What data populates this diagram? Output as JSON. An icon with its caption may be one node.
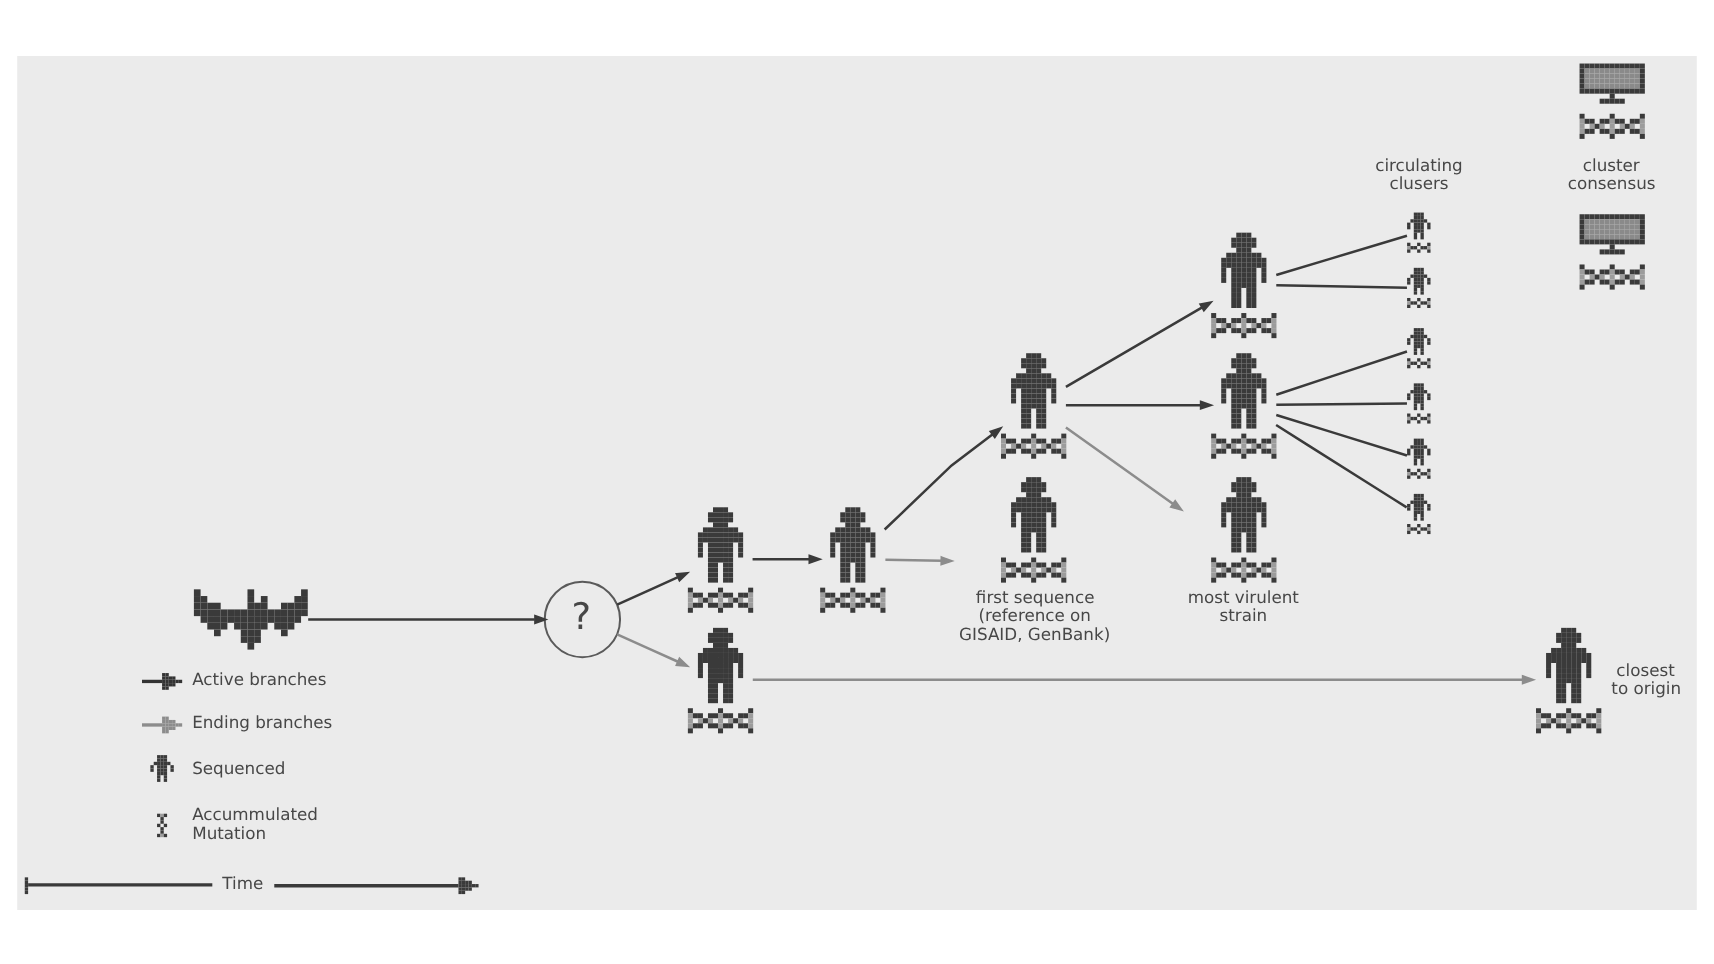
{
  "diagram": {
    "nodes": [
      {
        "text": [],
        "shape": "picture"
      },
      {
        "text": [
          "?"
        ]
      },
      {
        "text": [],
        "shape": "person"
      },
      {
        "text": [],
        "shape": "person"
      },
      {
        "text": [],
        "shape": "person"
      },
      {
        "text": [],
        "shape": "person",
        "beside": [
          "first sequence (reference on GISAID, GenBank)"
        ]
      },
      {
        "text": [],
        "shape": "person"
      },
      {
        "text": [],
        "shape": "person"
      },
      {
        "text": [],
        "shape": "person",
        "beside": [
          "most virulent strain"
        ]
      },
      {
        "text": [],
        "shape": "person"
      },
      {
        "text": [],
        "shape": "person"
      },
      {
        "text": [],
        "shape": "person"
      },
      {
        "text": [],
        "shape": "person"
      },
      {
        "text": [],
        "shape": "person"
      },
      {
        "text": [],
        "shape": "person"
      },
      {
        "text": [],
        "shape": "picture"
      },
      {
        "text": [],
        "shape": "picture"
      },
      {
        "text": [],
        "shape": "person"
      },
      {
        "text": [],
        "shape": "person",
        "beside": [
          "closest to origin"
        ]
      }
    ],
    "edges": [
      {
        "from": 0,
        "to": 1,
        "arrow": "to"
      },
      {
        "from": 1,
        "to": 2,
        "arrow": "to"
      },
      {
        "from": 1,
        "to": 17,
        "arrow": "to",
        "color": "#8c8c8c"
      },
      {
        "from": 2,
        "to": 3,
        "arrow": "to"
      },
      {
        "from": 3,
        "to": 4,
        "arrow": "to"
      },
      {
        "from": 3,
        "to": 5,
        "arrow": "to",
        "color": "#8c8c8c"
      },
      {
        "from": 4,
        "to": 6,
        "arrow": "to"
      },
      {
        "from": 4,
        "to": 7,
        "arrow": "to"
      },
      {
        "from": 4,
        "to": 8,
        "arrow": "to",
        "color": "#8c8c8c"
      },
      {
        "from": 6,
        "to": 9,
        "arrow": "none"
      },
      {
        "from": 6,
        "to": 10,
        "arrow": "none"
      },
      {
        "from": 7,
        "to": 11,
        "arrow": "none"
      },
      {
        "from": 7,
        "to": 12,
        "arrow": "none"
      },
      {
        "from": 7,
        "to": 13,
        "arrow": "none"
      },
      {
        "from": 7,
        "to": 14,
        "arrow": "none"
      },
      {
        "from": 17,
        "to": 18,
        "arrow": "to",
        "color": "#8c8c8c"
      }
    ],
    "labels": [
      "circulating clusers",
      "cluster consensus",
      "Time"
    ],
    "legend": [
      {
        "text": "Active branches"
      },
      {
        "text": "Ending branches"
      },
      {
        "text": "Sequenced"
      },
      {
        "text": "Accummulated Mutation"
      }
    ]
  }
}
